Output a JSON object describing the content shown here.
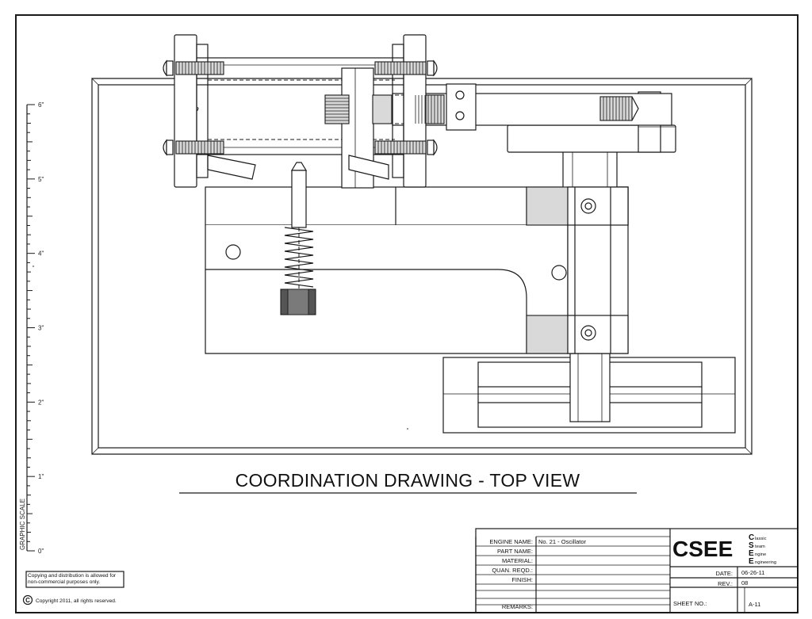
{
  "drawing": {
    "title": "COORDINATION DRAWING - TOP VIEW",
    "scale_label": "GRAPHIC SCALE",
    "scale_ticks": [
      "0\"",
      "1\"",
      "2\"",
      "3\"",
      "4\"",
      "5\"",
      "6\""
    ]
  },
  "title_block": {
    "fields": [
      {
        "label": "ENGINE NAME:",
        "value": "No. 21 - Oscillator"
      },
      {
        "label": "PART NAME:",
        "value": ""
      },
      {
        "label": "MATERIAL:",
        "value": ""
      },
      {
        "label": "QUAN. REQD.:",
        "value": ""
      },
      {
        "label": "FINISH:",
        "value": ""
      },
      {
        "label": "REMARKS:",
        "value": ""
      }
    ],
    "logo": {
      "text": "CSEE",
      "words": [
        "lassic",
        "team",
        "ngine",
        "ngineering"
      ],
      "initials": [
        "C",
        "S",
        "E",
        "E"
      ]
    },
    "date_label": "DATE:",
    "date_value": "06-26-11",
    "rev_label": "REV.:",
    "rev_value": "08",
    "sheet_label": "SHEET NO.:",
    "sheet_value": "A-11"
  },
  "notes": {
    "copying": "Copying and distribution is allowed for non-commercial purposes only.",
    "copyright_symbol": "C",
    "copyright": "Copyright 2011, all rights reserved."
  }
}
